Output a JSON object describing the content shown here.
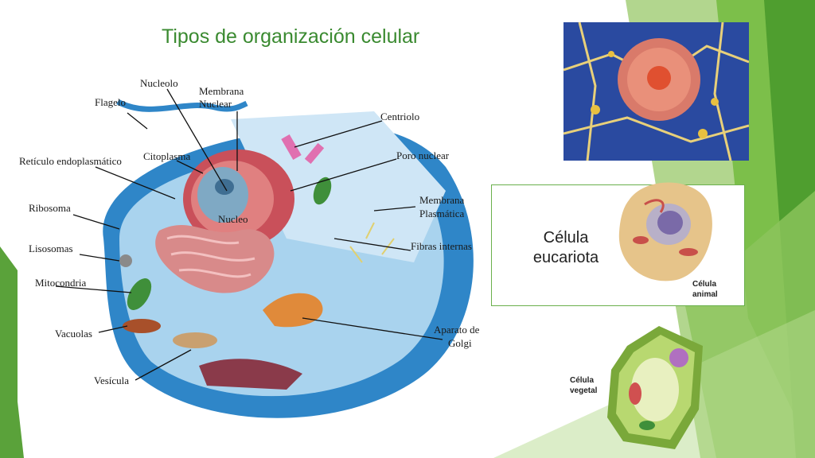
{
  "slide": {
    "title": "Tipos de organización celular"
  },
  "diagram": {
    "labels": {
      "nucleolo": "Nucleolo",
      "membrana_nuclear_1": "Membrana",
      "membrana_nuclear_2": "Nuclear",
      "flagelo": "Flagelo",
      "centriolo": "Centriolo",
      "citoplasma": "Citoplasma",
      "reticulo": "Retículo endoplasmático",
      "poro_nuclear": "Poro nuclear",
      "ribosoma": "Ribosoma",
      "membrana_plasmatica_1": "Membrana",
      "membrana_plasmatica_2": "Plasmática",
      "nucleo": "Nucleo",
      "lisosomas": "Lisosomas",
      "fibras_internas": "Fibras internas",
      "mitocondria": "Mitocondria",
      "vacuolas": "Vacuolas",
      "aparato_golgi_1": "Aparato de",
      "aparato_golgi_2": "Golgi",
      "vesicula": "Vesícula"
    }
  },
  "eukaryote": {
    "title_line1": "Célula",
    "title_line2": "eucariota",
    "animal_line1": "Célula",
    "animal_line2": "animal",
    "plant_line1": "Célula",
    "plant_line2": "vegetal"
  },
  "colors": {
    "title": "#3a8a30",
    "accent_green": "#6ab04c",
    "dark_green": "#3f8f2f",
    "cell_blue": "#2f86c8",
    "cytoplasm": "#a9d3ee",
    "nucleus_red": "#c9505a"
  }
}
